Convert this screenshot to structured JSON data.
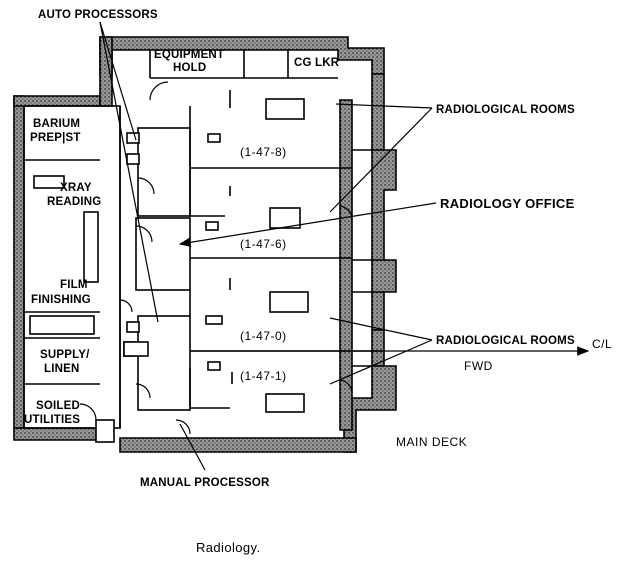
{
  "labels": {
    "auto_processors": "AUTO PROCESSORS",
    "equipment_hold_1": "EQUIPMENT",
    "equipment_hold_2": "HOLD",
    "cg_lkr": "CG LKR",
    "barium_1": "BARIUM",
    "barium_2": "PREP|ST",
    "xray_1": "XRAY",
    "xray_2": "READING",
    "film_1": "FILM",
    "film_2": "FINISHING",
    "supply_1": "SUPPLY/",
    "supply_2": "LINEN",
    "soiled_1": "SOILED",
    "soiled_2": "UTILITIES",
    "radiological_rooms_top": "RADIOLOGICAL ROOMS",
    "radiology_office": "RADIOLOGY OFFICE",
    "radiological_rooms_bottom": "RADIOLOGICAL ROOMS",
    "manual_processor": "MANUAL PROCESSOR",
    "cl": "C/L",
    "fwd": "FWD",
    "main_deck": "MAIN DECK"
  },
  "rooms": {
    "r1": "(1-47-8)",
    "r2": "(1-47-6)",
    "r3": "(1-47-0)",
    "r4": "(1-47-1)"
  },
  "caption": "Radiology."
}
